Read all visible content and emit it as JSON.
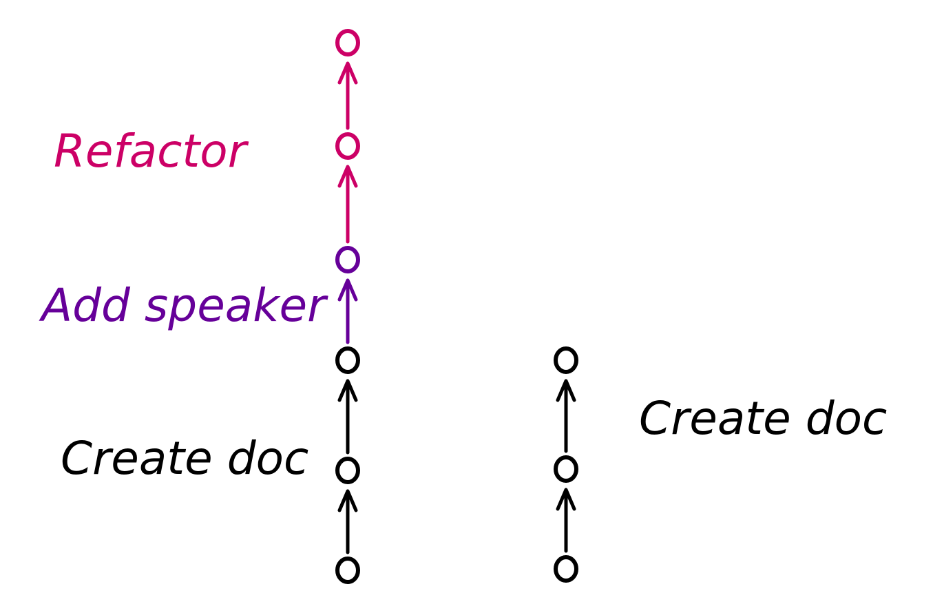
{
  "colors": {
    "refactor": "#cc0066",
    "speaker": "#660099",
    "base": "#000000"
  },
  "labels": {
    "refactor": "Refactor",
    "add_speaker": "Add speaker",
    "create_doc_left": "Create doc",
    "create_doc_right": "Create doc"
  },
  "branches": [
    {
      "name": "left",
      "commits": [
        "base",
        "base",
        "base",
        "speaker",
        "refactor",
        "refactor"
      ]
    },
    {
      "name": "right",
      "commits": [
        "base",
        "base",
        "base"
      ]
    }
  ]
}
